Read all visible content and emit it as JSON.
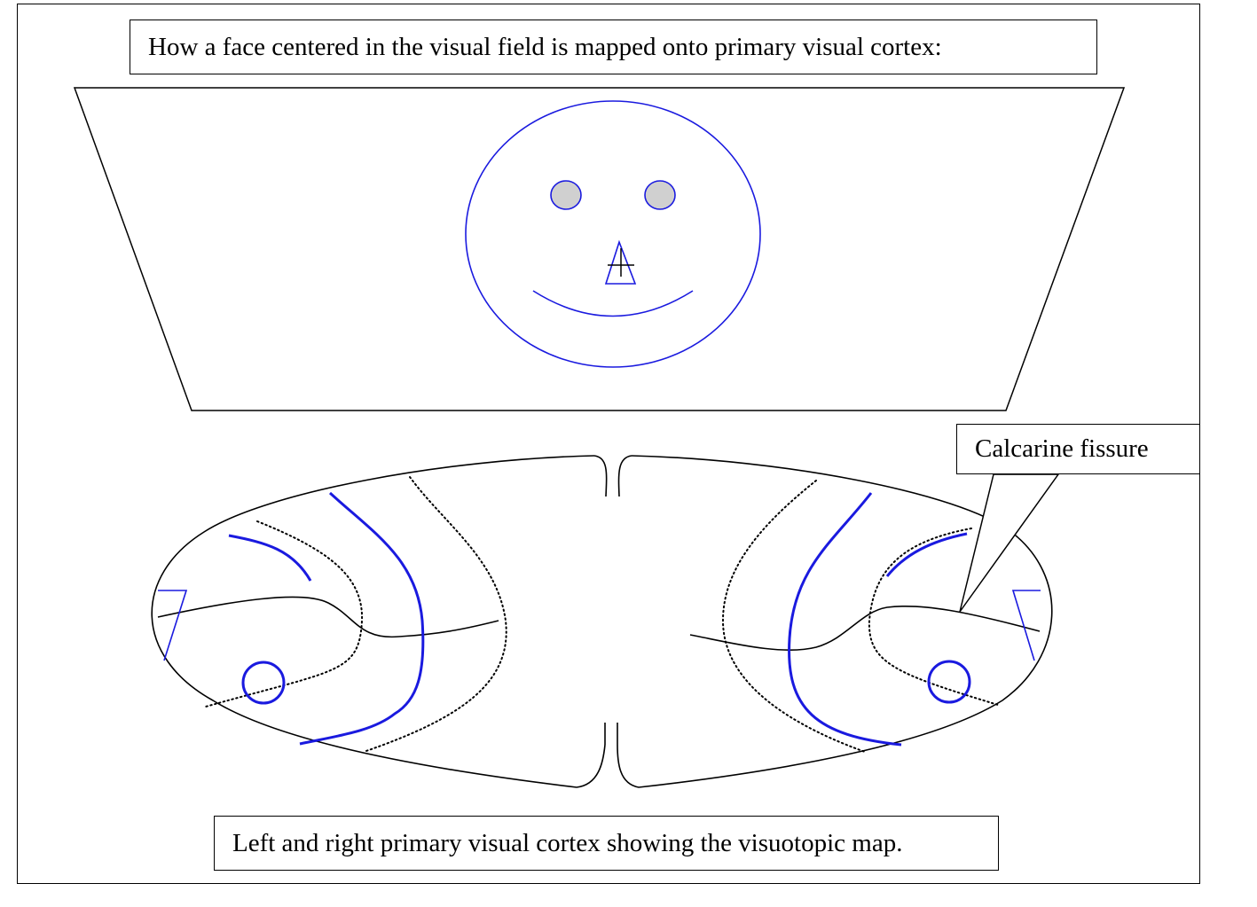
{
  "title": "How a face centered in the visual field is mapped onto primary visual cortex:",
  "callout": "Calcarine fissure",
  "caption": "Left and right primary visual cortex showing the visuotopic map.",
  "colors": {
    "outline": "#000000",
    "map_blue": "#1a1adf",
    "eye_fill": "#d0d0d0"
  }
}
